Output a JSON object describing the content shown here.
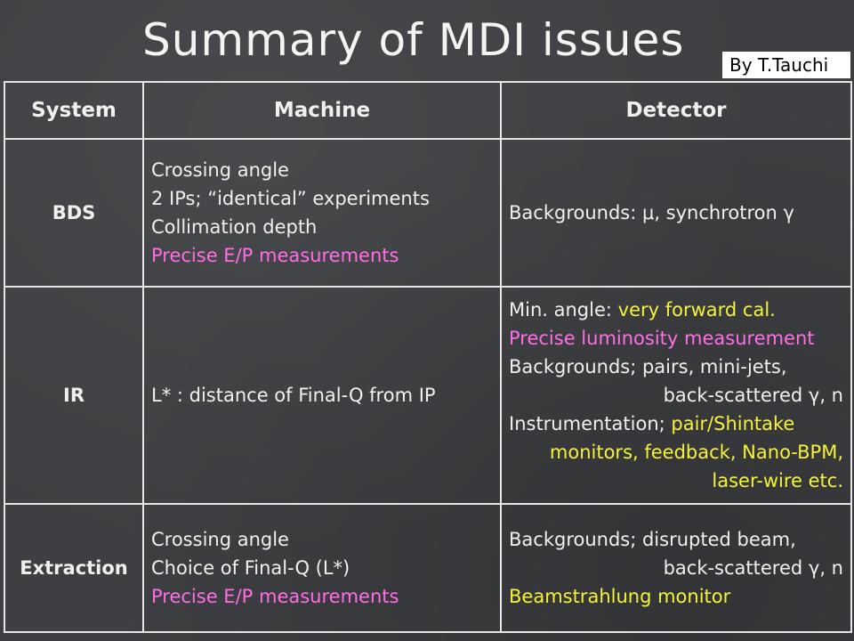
{
  "slide": {
    "title": "Summary of MDI issues",
    "author": "By T.Tauchi"
  },
  "colors": {
    "background": "#3d3f42",
    "text": "#f0f0ee",
    "highlight_pink": "#ff6ee6",
    "highlight_yellow": "#f6f23a",
    "grid_lines": "#e6e6e6"
  },
  "table": {
    "headers": [
      "System",
      "Machine",
      "Detector"
    ],
    "rows": [
      {
        "system": "BDS",
        "machine": [
          {
            "text": "Crossing angle",
            "color": "white"
          },
          {
            "text": "2 IPs;  “identical” experiments",
            "color": "white"
          },
          {
            "text": "Collimation depth",
            "color": "white"
          },
          {
            "text": "Precise E/P measurements",
            "color": "pink"
          }
        ],
        "detector": {
          "line1": "Backgrounds: μ, synchrotron γ"
        }
      },
      {
        "system": "IR",
        "machine": [
          {
            "text": "L* : distance of Final-Q from IP",
            "color": "white"
          }
        ],
        "detector": {
          "line1_prefix": "Min. angle: ",
          "line1_highlight": "very forward cal.",
          "line2": "Precise luminosity measurement",
          "line3": "Backgrounds; pairs, mini-jets,",
          "line4": "back-scattered γ, n",
          "line5_prefix": "Instrumentation; ",
          "line5_highlight": "pair/Shintake",
          "line6": "monitors, feedback, Nano-BPM,",
          "line7": "laser-wire etc."
        }
      },
      {
        "system": "Extraction",
        "machine": [
          {
            "text": "Crossing angle",
            "color": "white"
          },
          {
            "text": "Choice of Final-Q (L*)",
            "color": "white"
          },
          {
            "text": "Precise E/P measurements",
            "color": "pink"
          }
        ],
        "detector": {
          "line1": "Backgrounds; disrupted beam,",
          "line2": "back-scattered γ, n",
          "line3": "Beamstrahlung monitor"
        }
      }
    ]
  }
}
